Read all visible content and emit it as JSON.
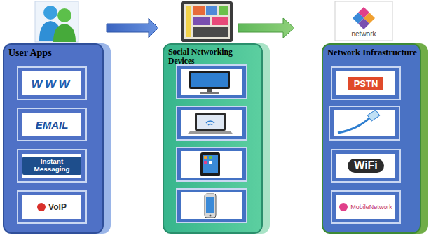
{
  "diagram": {
    "nodes": [
      {
        "text": [
          "User Apps"
        ]
      },
      {
        "text": [
          "www"
        ],
        "in": 0
      },
      {
        "text": [
          "EMAIL"
        ],
        "in": 0
      },
      {
        "text": [
          "Instant Messaging"
        ],
        "in": 0
      },
      {
        "text": [
          "VoIP"
        ],
        "in": 0
      },
      {
        "text": [
          "Social Networking Devices"
        ]
      },
      {
        "text": [
          "Network Infrastructure"
        ]
      },
      {
        "text": [
          "PSTN"
        ],
        "in": 6
      },
      {
        "text": [
          "WiFi"
        ],
        "in": 6
      },
      {
        "text": [
          "MobileNetwork"
        ],
        "in": 6
      }
    ],
    "labels": [
      "network"
    ]
  }
}
